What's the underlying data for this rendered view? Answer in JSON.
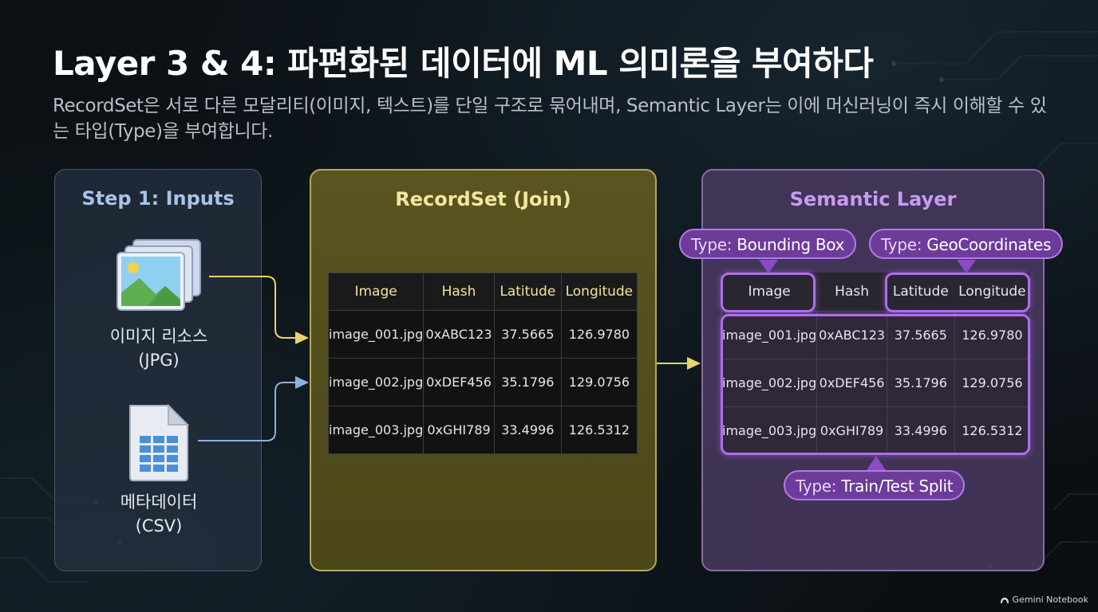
{
  "header": {
    "title": "Layer 3 & 4: 파편화된 데이터에 ML 의미론을 부여하다",
    "subtitle": "RecordSet은 서로 다른 모달리티(이미지, 텍스트)를 단일 구조로 묶어내며, Semantic Layer는 이에 머신러닝이 즉시 이해할 수 있는 타입(Type)을 부여합니다."
  },
  "inputs": {
    "title": "Step 1: Inputs",
    "image_label_line1": "이미지 리소스",
    "image_label_line2": "(JPG)",
    "csv_label_line1": "메타데이터",
    "csv_label_line2": "(CSV)"
  },
  "recordset": {
    "title": "RecordSet (Join)",
    "headers": [
      "Image",
      "Hash",
      "Latitude",
      "Longitude"
    ],
    "rows": [
      [
        "image_001.jpg",
        "0xABC123",
        "37.5665",
        "126.9780"
      ],
      [
        "image_002.jpg",
        "0xDEF456",
        "35.1796",
        "129.0756"
      ],
      [
        "image_003.jpg",
        "0xGHI789",
        "33.4996",
        "126.5312"
      ]
    ]
  },
  "semantic": {
    "title": "Semantic Layer",
    "headers": [
      "Image",
      "Hash",
      "Latitude",
      "Longitude"
    ],
    "rows": [
      [
        "image_001.jpg",
        "0xABC123",
        "37.5665",
        "126.9780"
      ],
      [
        "image_002.jpg",
        "0xDEF456",
        "35.1796",
        "129.0756"
      ],
      [
        "image_003.jpg",
        "0xGHI789",
        "33.4996",
        "126.5312"
      ]
    ],
    "type_prefix": "Type:",
    "type_bbox": "Bounding Box",
    "type_geo": "GeoCoordinates",
    "type_split": "Train/Test Split"
  },
  "watermark": {
    "text": "Gemini Notebook",
    "icon": "gemini-sparkle-icon"
  },
  "colors": {
    "inputs_accent": "#a8c4e6",
    "recordset_accent": "#f2e7a0",
    "semantic_accent": "#b06cf0",
    "arrow_yellow": "#e9d56a",
    "arrow_blue": "#8fb0e0"
  }
}
